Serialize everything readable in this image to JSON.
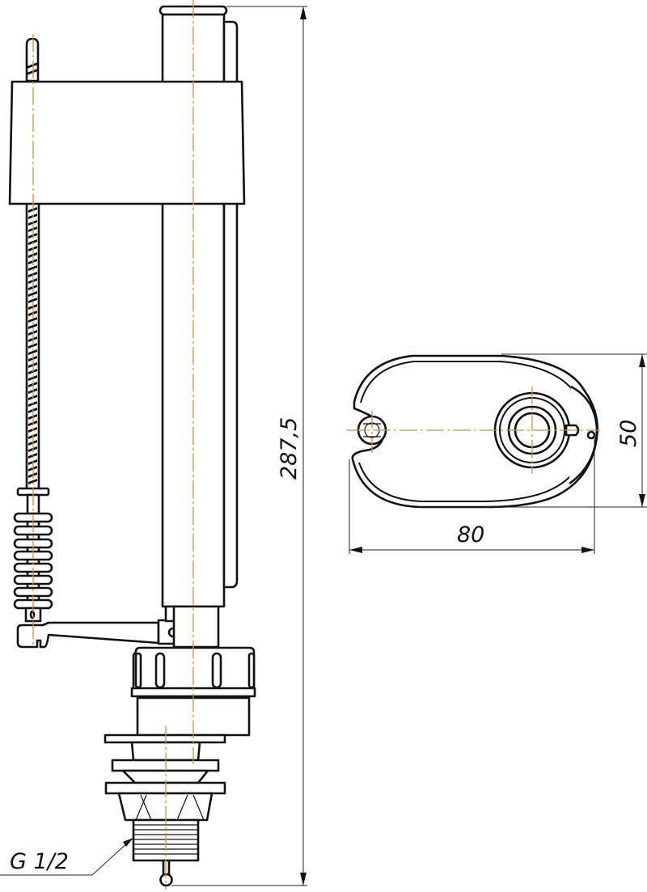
{
  "drawing": {
    "subject": "Bottom-entry cistern fill valve — side view and top view",
    "colors": {
      "outline": "#111111",
      "axis_line": "#e08a30",
      "dimension_line": "#222222",
      "background": "#ffffff"
    }
  },
  "side_view": {
    "dimensions": {
      "overall_height": "287,5"
    },
    "thread_callout": "G 1/2"
  },
  "top_view": {
    "dimensions": {
      "width": "80",
      "depth": "50"
    }
  }
}
